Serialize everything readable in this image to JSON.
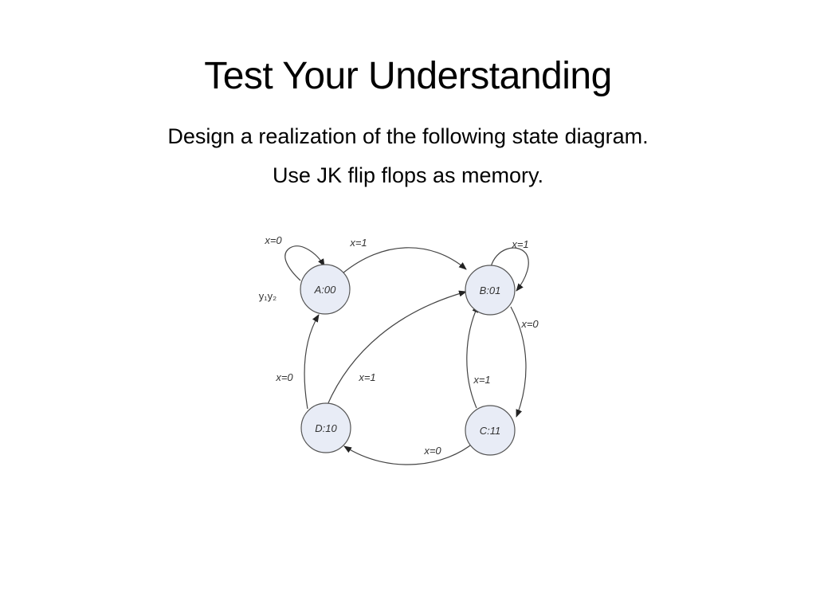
{
  "slide": {
    "title": "Test Your Understanding",
    "lines": [
      "Design a realization of the following state diagram.",
      "Use JK flip flops as memory."
    ]
  },
  "diagram": {
    "output_var_label": "y₁y₂",
    "states": [
      {
        "id": "A",
        "label": "A:00"
      },
      {
        "id": "B",
        "label": "B:01"
      },
      {
        "id": "C",
        "label": "C:11"
      },
      {
        "id": "D",
        "label": "D:10"
      }
    ],
    "transitions": [
      {
        "from": "A",
        "to": "A",
        "label": "x=0"
      },
      {
        "from": "A",
        "to": "B",
        "label": "x=1"
      },
      {
        "from": "B",
        "to": "B",
        "label": "x=1"
      },
      {
        "from": "B",
        "to": "C",
        "label": "x=0"
      },
      {
        "from": "C",
        "to": "B",
        "label": "x=1"
      },
      {
        "from": "C",
        "to": "D",
        "label": "x=0"
      },
      {
        "from": "D",
        "to": "A",
        "label": "x=0"
      },
      {
        "from": "D",
        "to": "B",
        "label": "x=1"
      }
    ],
    "colors": {
      "state_fill": "#e8ecf6",
      "state_stroke": "#555555",
      "edge": "#444444"
    }
  }
}
